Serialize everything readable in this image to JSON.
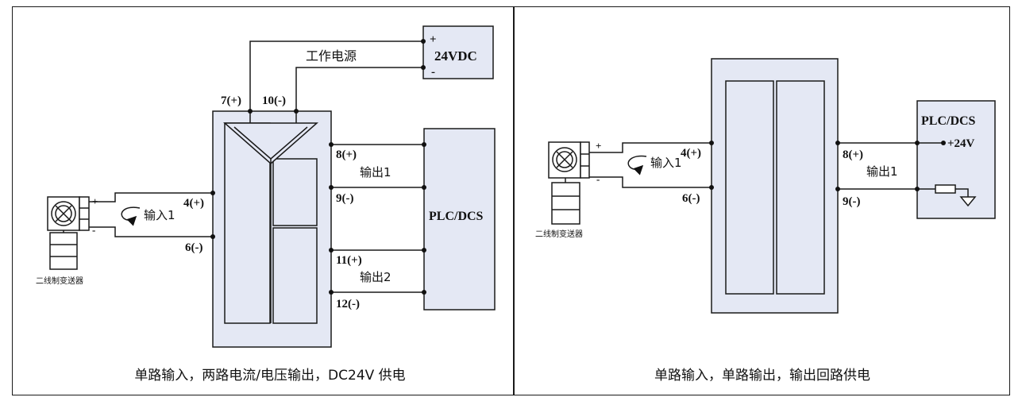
{
  "left": {
    "power_label": "工作电源",
    "supply_plus": "+",
    "supply_label": "24VDC",
    "supply_minus": "-",
    "pin_7": "7(+)",
    "pin_10": "10(-)",
    "pin_8": "8(+)",
    "output1": "输出1",
    "pin_9": "9(-)",
    "pin_11": "11(+)",
    "output2": "输出2",
    "pin_12": "12(-)",
    "plc_label": "PLC/DCS",
    "pin_4": "4(+)",
    "input1": "输入1",
    "pin_6": "6(-)",
    "tx_plus": "+",
    "tx_minus": "-",
    "transmitter": "二线制变送器",
    "caption": "单路输入，两路电流/电压输出，DC24V 供电"
  },
  "right": {
    "plc_label": "PLC/DCS",
    "supply_label": "+24V",
    "pin_8": "8(+)",
    "output1": "输出1",
    "pin_9": "9(-)",
    "pin_4": "4(+)",
    "input1": "输入1",
    "pin_6": "6(-)",
    "tx_plus": "+",
    "tx_minus": "-",
    "transmitter": "二线制变送器",
    "caption": "单路输入，单路输出，输出回路供电"
  },
  "colors": {
    "box_fill": "#e4e8f4",
    "line": "#1a1a1a"
  }
}
